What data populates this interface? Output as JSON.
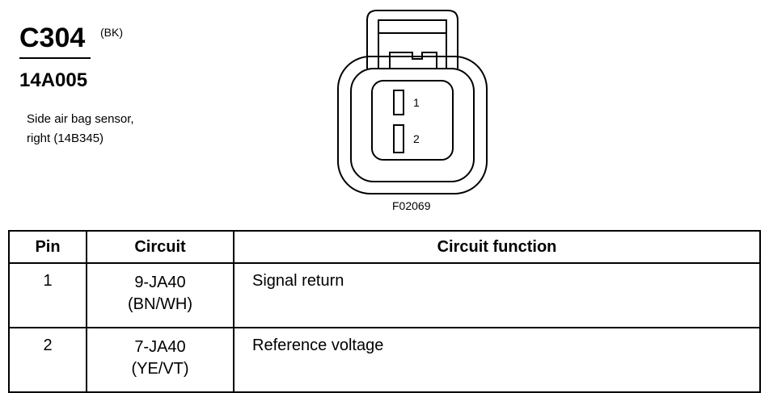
{
  "connector": {
    "id": "C304",
    "color_code": "(BK)",
    "part_number": "14A005",
    "description_line1": "Side air bag sensor,",
    "description_line2": "right (14B345)"
  },
  "diagram": {
    "pin_labels": [
      "1",
      "2"
    ],
    "figure_number": "F02069"
  },
  "table": {
    "headers": {
      "pin": "Pin",
      "circuit": "Circuit",
      "function": "Circuit function"
    },
    "rows": [
      {
        "pin": "1",
        "circuit": "9-JA40",
        "wire_color": "(BN/WH)",
        "function": "Signal return"
      },
      {
        "pin": "2",
        "circuit": "7-JA40",
        "wire_color": "(YE/VT)",
        "function": "Reference voltage"
      }
    ]
  }
}
